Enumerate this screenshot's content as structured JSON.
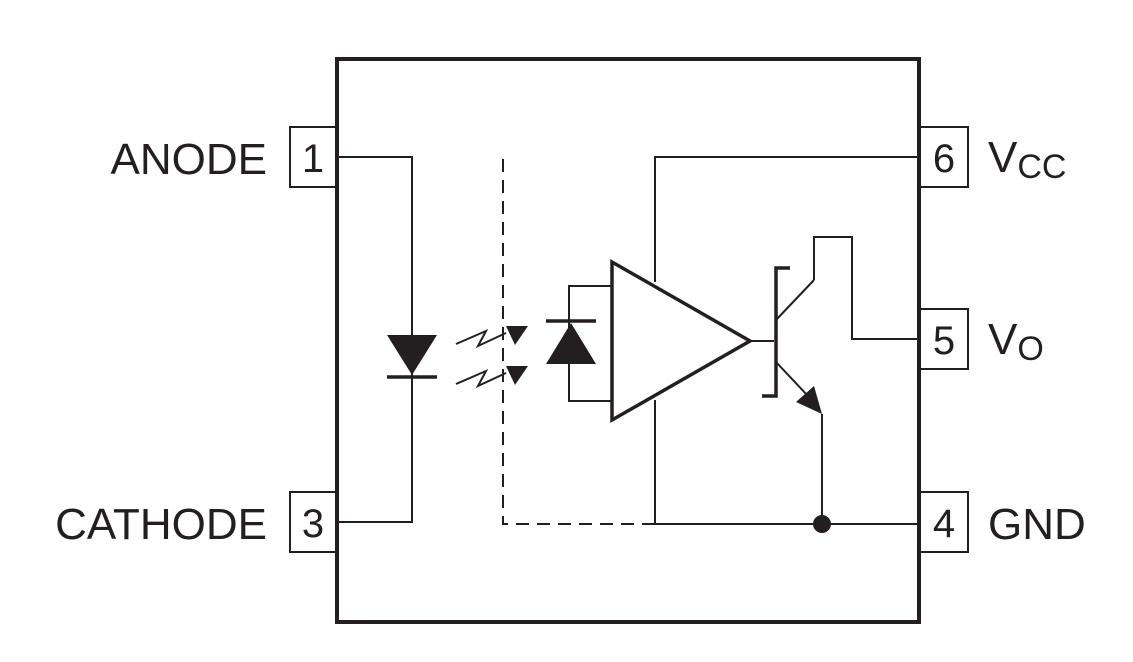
{
  "pins": {
    "p1": {
      "number": "1",
      "name": "ANODE"
    },
    "p3": {
      "number": "3",
      "name": "CATHODE"
    },
    "p6": {
      "number": "6",
      "name_main": "V",
      "name_sub": "CC"
    },
    "p5": {
      "number": "5",
      "name_main": "V",
      "name_sub": "O"
    },
    "p4": {
      "number": "4",
      "name": "GND"
    }
  },
  "colors": {
    "ink": "#231f20",
    "background": "#ffffff"
  }
}
